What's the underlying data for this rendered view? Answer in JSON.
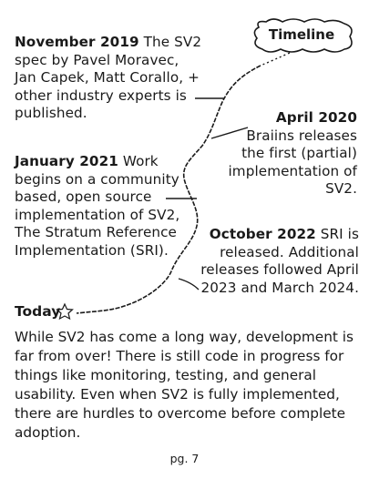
{
  "timeline_badge": "Timeline",
  "entries": {
    "nov_2019": {
      "date": "November 2019",
      "text": " The SV2 spec by Pavel Moravec, Jan Capek, Matt Corallo, + other industry experts is published."
    },
    "apr_2020": {
      "date": "April 2020",
      "text": "Braiins releases the first (partial) implementation of SV2."
    },
    "jan_2021": {
      "date": "January 2021",
      "text": " Work begins on a community based, open source implementation of SV2, The Stratum Reference Implementation (SRI)."
    },
    "oct_2022": {
      "date": "October 2022",
      "text": " SRI is released. Additional releases followed April 2023 and March 2024."
    }
  },
  "today_label": "Today",
  "paragraph": "While SV2 has come a long way, development is far from over! There is still code in progress for things like monitoring, testing, and general usability. Even when SV2 is fully implemented, there are hurdles to overcome before complete adoption.",
  "page_number": "pg. 7"
}
